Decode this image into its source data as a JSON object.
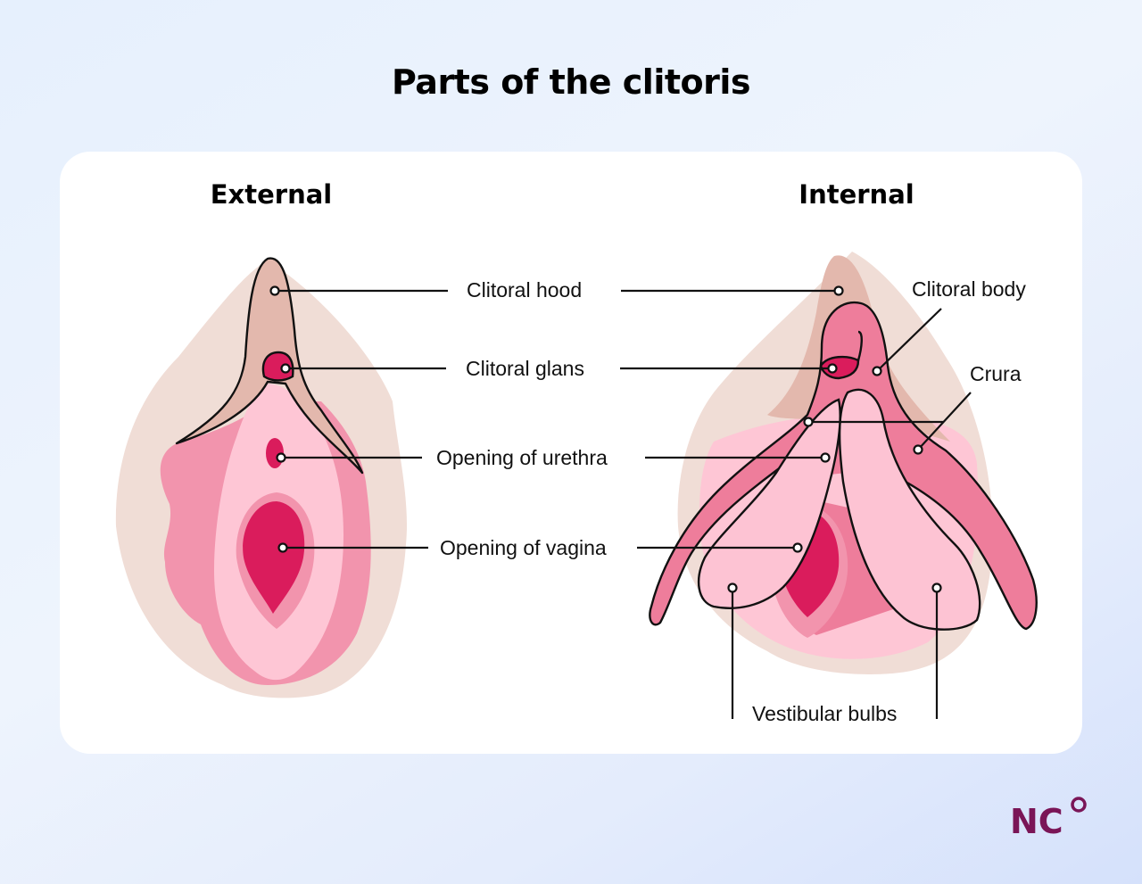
{
  "title": "Parts of the clitoris",
  "external": {
    "heading": "External",
    "labels": {
      "clitoral_hood": "Clitoral hood",
      "clitoral_glans": "Clitoral glans",
      "opening_urethra": "Opening of urethra",
      "opening_vagina": "Opening of vagina"
    }
  },
  "internal": {
    "heading": "Internal",
    "labels": {
      "clitoral_body": "Clitoral body",
      "crura": "Crura",
      "vestibular_bulbs": "Vestibular bulbs"
    }
  },
  "logo": {
    "text": "NC"
  },
  "colors": {
    "skin": "#f0ddd6",
    "hood": "#e3b8ad",
    "labia_outer": "#f294ad",
    "labia_inner": "#fec6d5",
    "opening": "#da1c5c",
    "clitoris_body": "#ee7d9b",
    "bulb": "#fdc3d3",
    "logo": "#7a1557"
  }
}
